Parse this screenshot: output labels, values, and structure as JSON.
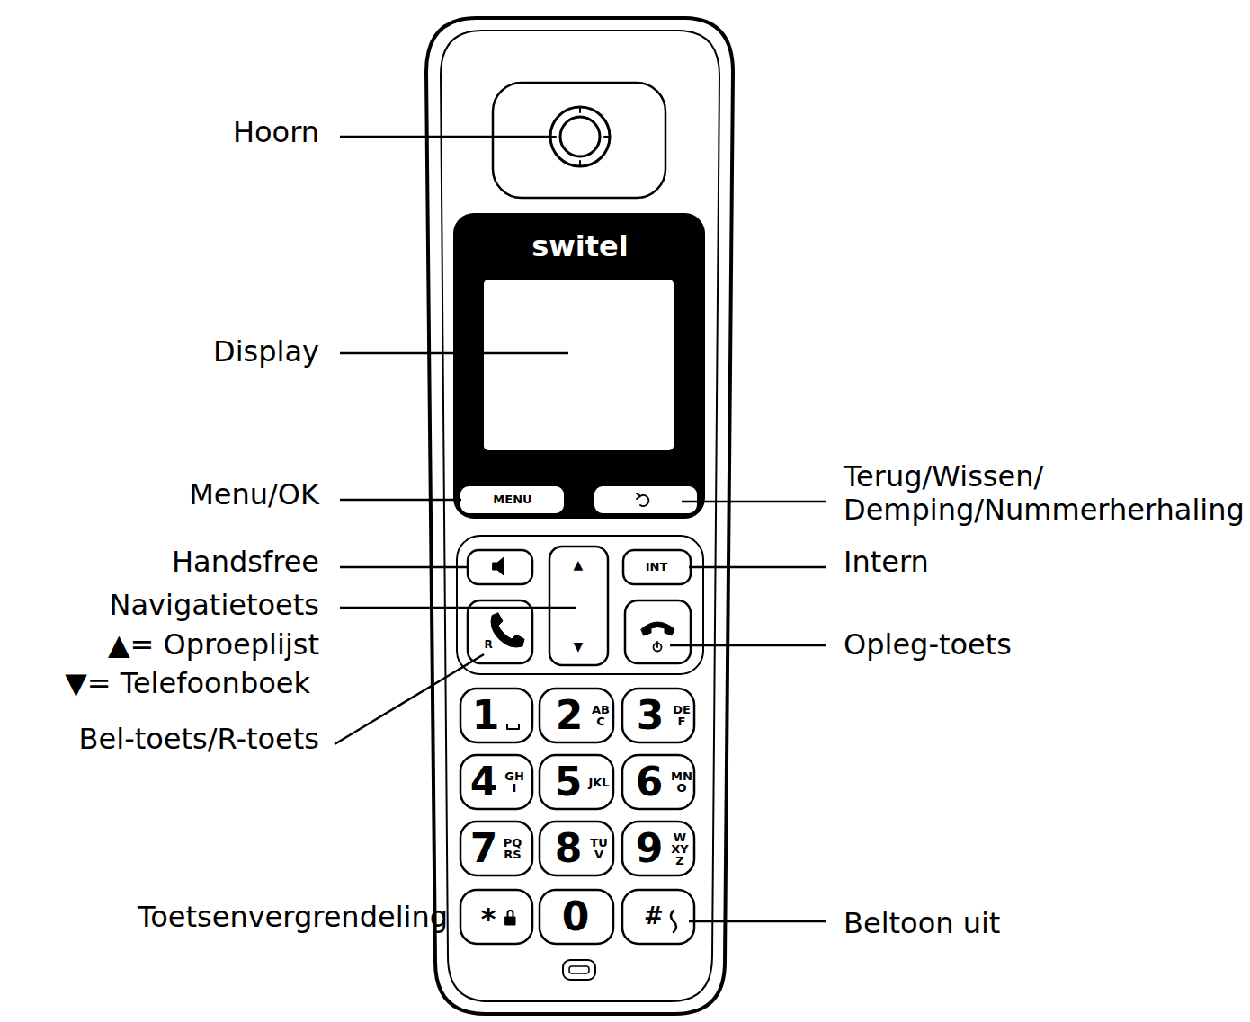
{
  "diagram": {
    "labels": [
      "Hoorn",
      "Display",
      "Menu/OK",
      "Handsfree",
      "Navigatietoets",
      "▲= Oproeplijst",
      "▼= Telefoonboek",
      "Bel-toets/R-toets",
      "Toetsenvergrendeling",
      "Terug/Wissen/ Demping/Nummerherhaling",
      "Intern",
      "Opleg-toets",
      "Beltoon uit",
      "switel",
      "MENU",
      "INT",
      "▲",
      "▼",
      "R",
      "1",
      "2",
      "ABC",
      "3",
      "DEF",
      "4",
      "GHI",
      "5",
      "JKL",
      "6",
      "MNO",
      "7",
      "PQRS",
      "8",
      "TUV",
      "9",
      "WXYZ",
      "*",
      "0",
      "#"
    ]
  }
}
